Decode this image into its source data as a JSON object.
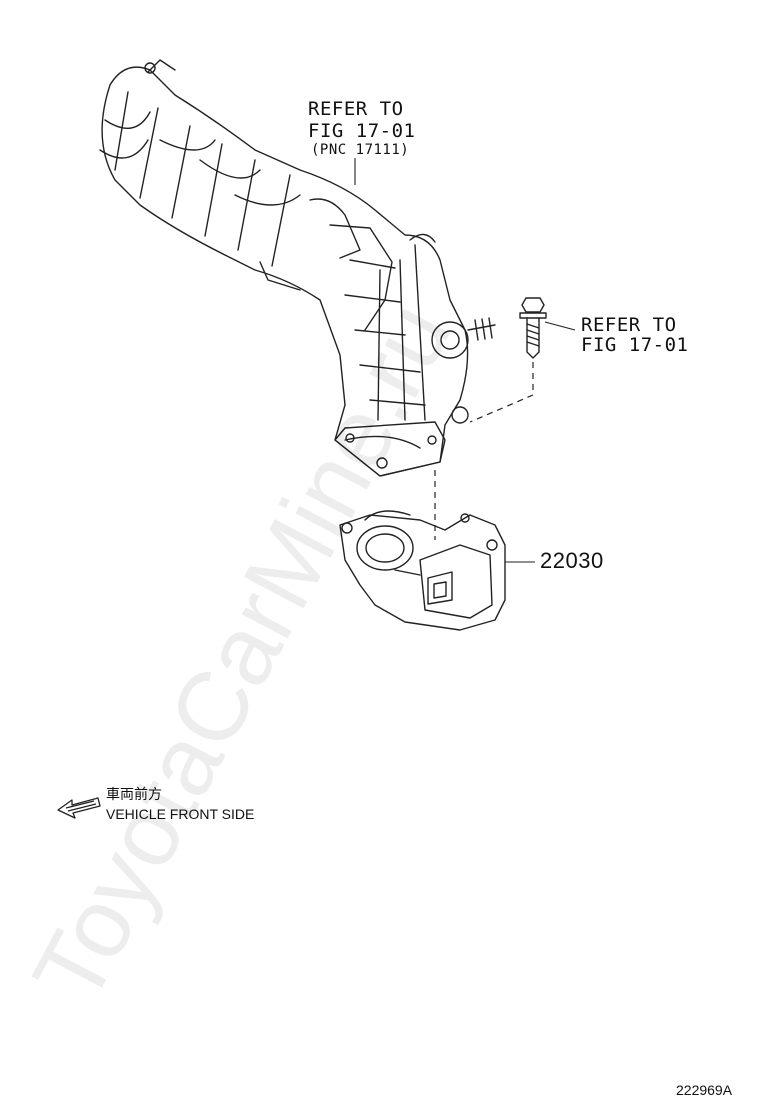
{
  "callouts": {
    "manifold_ref_line1": "REFER TO",
    "manifold_ref_line2": "FIG 17-01",
    "manifold_ref_line3": "(PNC 17111)",
    "bolt_ref_line1": "REFER TO",
    "bolt_ref_line2": "FIG 17-01"
  },
  "part_number": "22030",
  "front_indicator": {
    "japanese": "車両前方",
    "english": "VEHICLE FRONT SIDE"
  },
  "figure_id": "222969A",
  "watermark_text": "ToyotaCarMine.ru"
}
